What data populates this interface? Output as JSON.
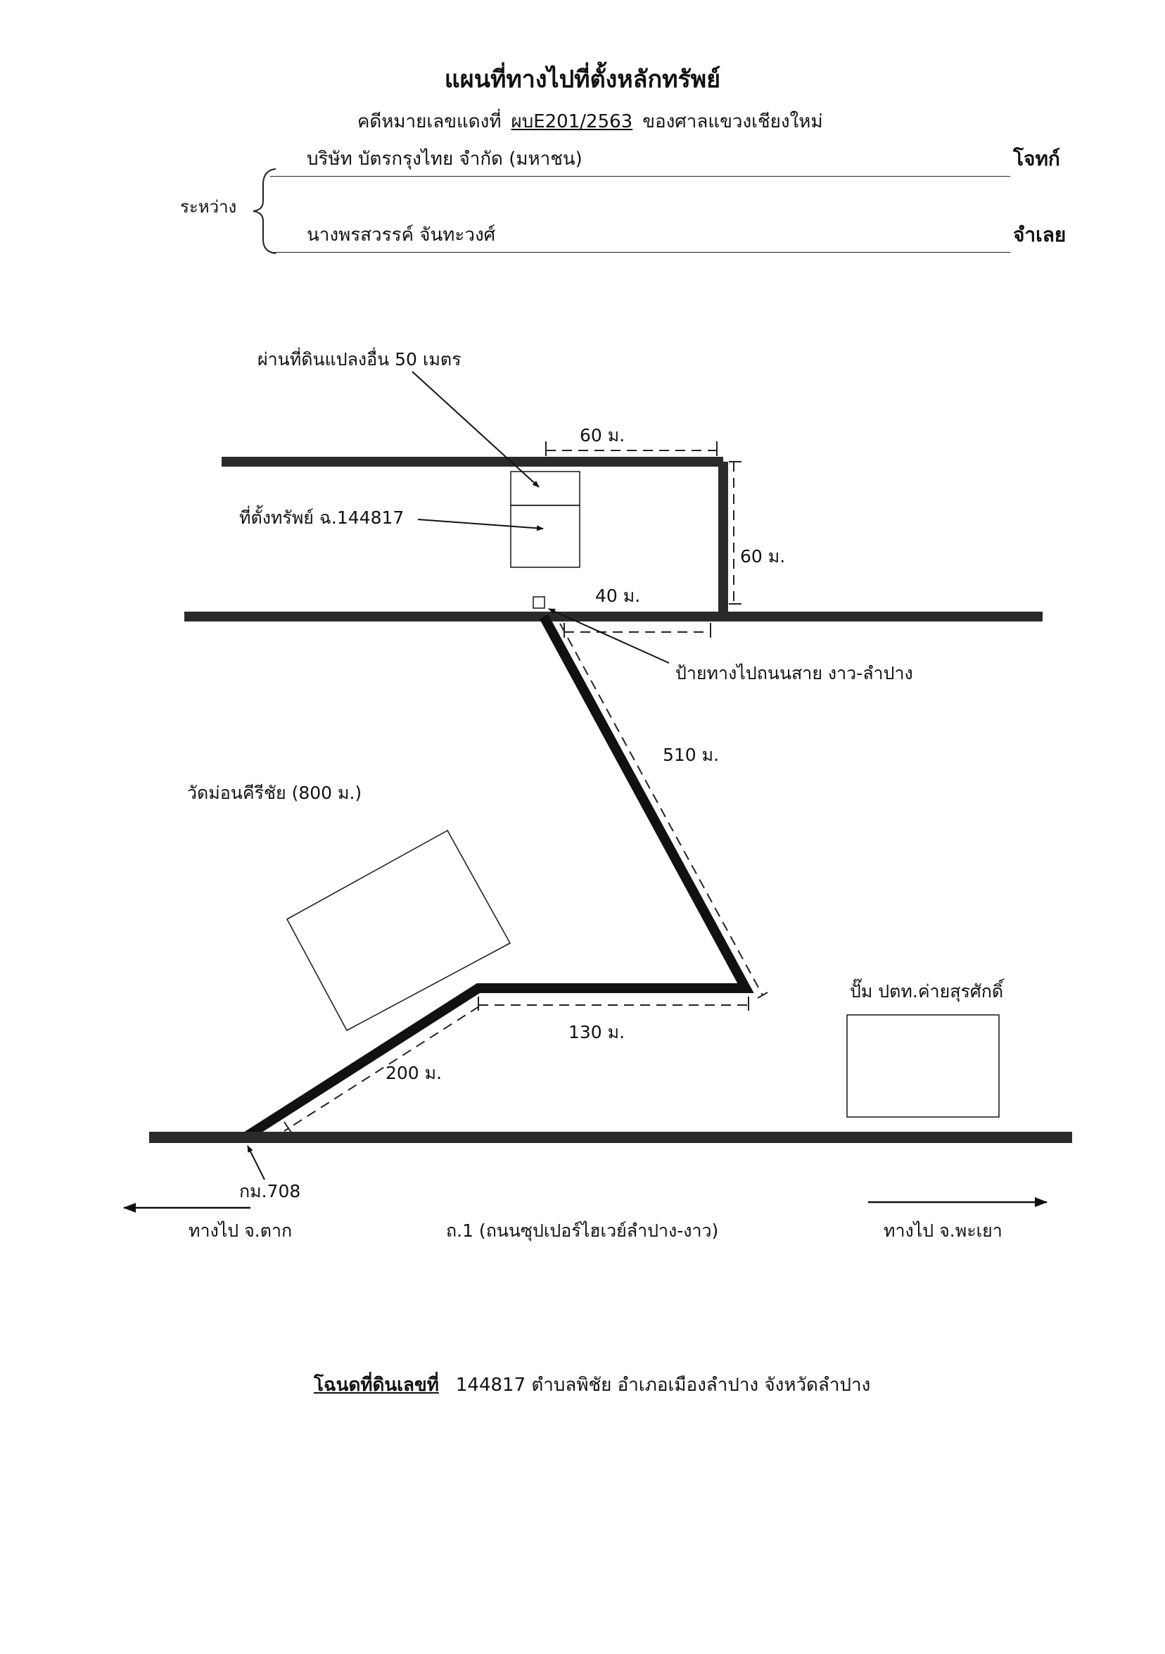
{
  "document": {
    "title": "แผนที่ทางไปที่ตั้งหลักทรัพย์",
    "case_prefix": "คดีหมายเลขแดงที่",
    "case_number": "ผบE201/2563",
    "court": "ของศาลแขวงเชียงใหม่",
    "between_label": "ระหว่าง",
    "plaintiff_name": "บริษัท บัตรกรุงไทย จำกัด (มหาชน)",
    "plaintiff_role": "โจทก์",
    "defendant_name": "นางพรสวรรค์  จันทะวงศ์",
    "defendant_role": "จำเลย"
  },
  "map": {
    "labels": {
      "through_land": "ผ่านที่ดินแปลงอื่น 50 เมตร",
      "property_location": "ที่ตั้งทรัพย์ ฉ.144817",
      "dist_top": "60 ม.",
      "dist_right": "60 ม.",
      "dist_lower": "40 ม.",
      "road_sign": "ป้ายทางไปถนนสาย งาว-ลำปาง",
      "dist_diagonal": "510 ม.",
      "temple": "วัดม่อนคีรีชัย (800 ม.)",
      "gas_station": "ปั๊ม ปตท.ค่ายสุรศักดิ์",
      "dist_middle": "130 ม.",
      "dist_lower_diag": "200 ม.",
      "km_marker": "กม.708",
      "dir_left": "ทางไป จ.ตาก",
      "highway": "ถ.1 (ถนนซุปเปอร์ไฮเวย์ลำปาง-งาว)",
      "dir_right": "ทางไป จ.พะเยา"
    }
  },
  "footer": {
    "deed_label": "โฉนดที่ดินเลขที่",
    "deed_detail": "144817 ตำบลพิชัย อำเภอเมืองลำปาง จังหวัดลำปาง"
  }
}
